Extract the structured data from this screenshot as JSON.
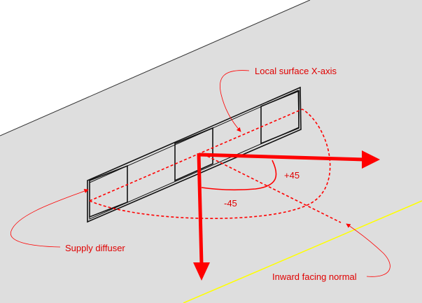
{
  "labels": {
    "x_axis": "Local surface X-axis",
    "diffuser": "Supply diffuser",
    "normal": "Inward facing normal",
    "plus_angle": "+45",
    "minus_angle": "-45"
  },
  "colors": {
    "surface": "#dedede",
    "annotation": "#ff0000",
    "label_text": "#e00000",
    "edge_line": "#ffff00",
    "outline": "#111111"
  }
}
